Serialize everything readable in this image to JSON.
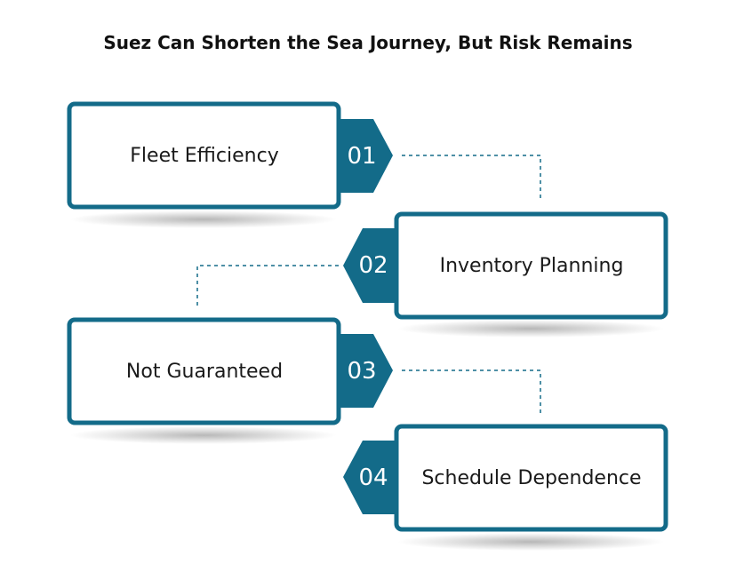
{
  "title": "Suez Can Shorten the Sea Journey, But Risk Remains",
  "colors": {
    "card_border": "#136b89",
    "badge_fill": "#136b89",
    "connector": "#136b89",
    "text": "#1a1a1a"
  },
  "steps": [
    {
      "number": "01",
      "label": "Fleet Efficiency"
    },
    {
      "number": "02",
      "label": "Inventory Planning"
    },
    {
      "number": "03",
      "label": "Not Guaranteed"
    },
    {
      "number": "04",
      "label": "Schedule Dependence"
    }
  ]
}
